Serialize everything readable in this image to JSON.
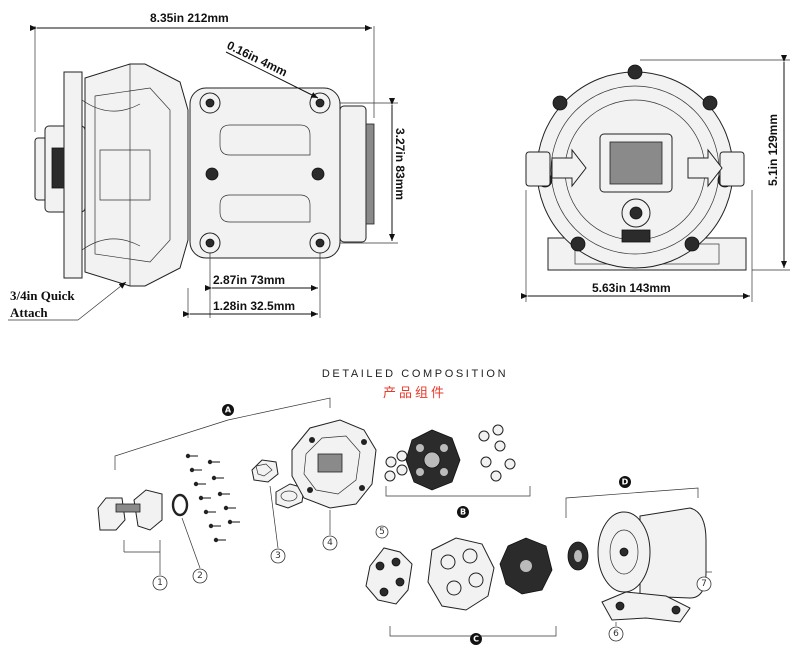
{
  "dimensions": {
    "overall_length": "8.35in  212mm",
    "bolt_hole": "0.16in  4mm",
    "mount_height": "3.27in  83mm",
    "mount_spacing": "2.87in  73mm",
    "mount_offset": "1.28in  32.5mm",
    "front_height": "5.1in  129mm",
    "front_width": "5.63in 143mm"
  },
  "callout": {
    "line1": "3/4in Quick",
    "line2": "Attach"
  },
  "composition": {
    "title_en": "DETAILED COMPOSITION",
    "title_cn": "产品组件"
  },
  "groups": {
    "a": "A",
    "b": "B",
    "c": "C",
    "d": "D"
  },
  "part_numbers": {
    "p1": "1",
    "p2": "2",
    "p3": "3",
    "p4": "4",
    "p5": "5",
    "p6": "6",
    "p7": "7"
  }
}
